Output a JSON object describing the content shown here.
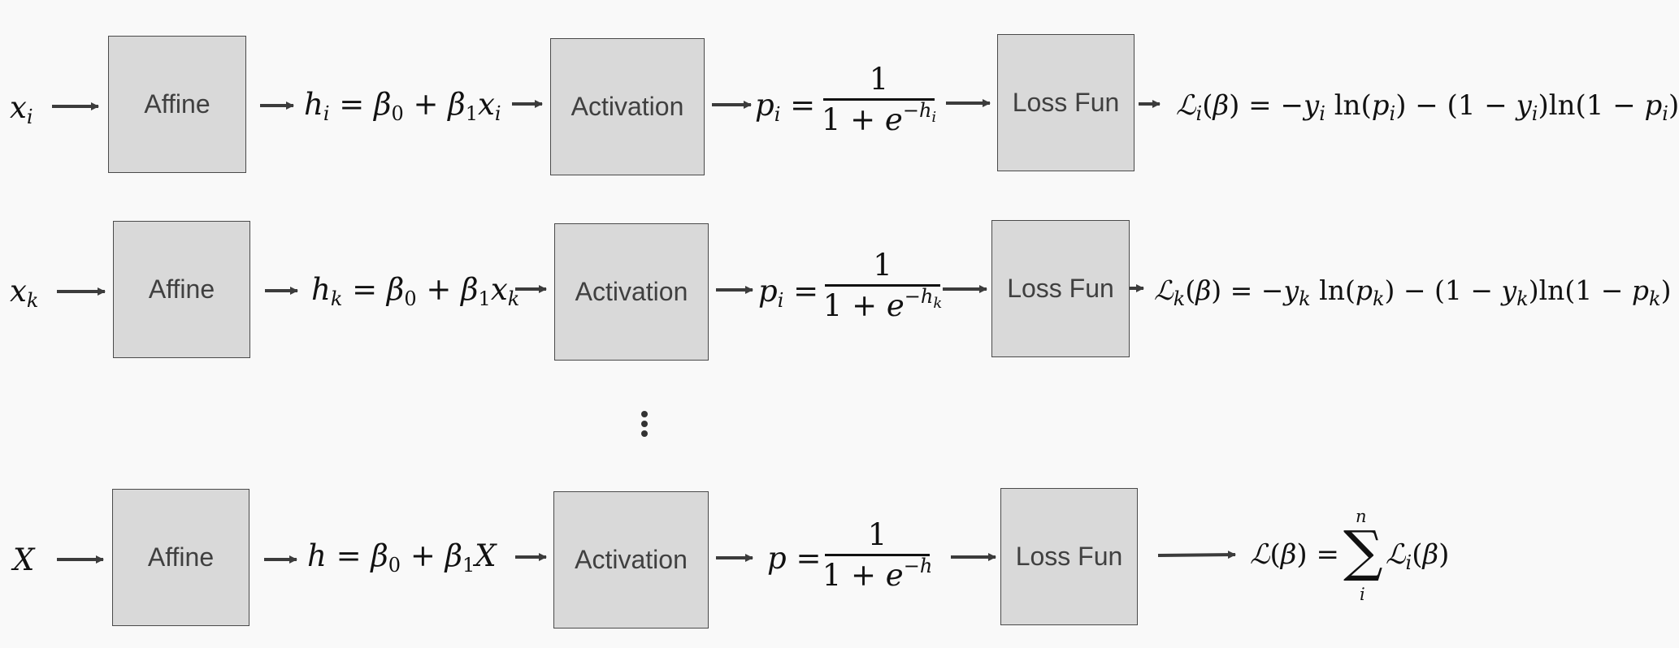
{
  "rows": [
    {
      "input": "x",
      "input_sub": "i",
      "affine_label": "Affine",
      "activation_label": "Activation",
      "loss_label": "Loss Fun",
      "affine_output": "h_i = β_0 + β_1 x_i",
      "activation_output": "p_i = 1 / (1 + e^{−h_i})",
      "loss_output": "ℒ_i(β) = −y_i ln(p_i) − (1 − y_i)ln(1 − p_i)"
    },
    {
      "input": "x",
      "input_sub": "k",
      "affine_label": "Affine",
      "activation_label": "Activation",
      "loss_label": "Loss Fun",
      "affine_output": "h_k = β_0 + β_1 x_k",
      "activation_output": "p_i = 1 / (1 + e^{−h_k})",
      "loss_output": "ℒ_k(β) = −y_k ln(p_k) − (1 − y_k)ln(1 − p_k)"
    },
    {
      "input": "X",
      "affine_label": "Affine",
      "activation_label": "Activation",
      "loss_label": "Loss Fun",
      "affine_output": "h = β_0 + β_1 X",
      "activation_output": "p = 1 / (1 + e^{−h})",
      "loss_output": "ℒ(β) = Σ_{i}^{n} ℒ_i(β)"
    }
  ],
  "ellipsis_icon": "vertical-ellipsis-icon",
  "colors": {
    "box_fill": "#d9d9d9",
    "box_border": "#4a4a4a",
    "box_text": "#404040",
    "arrow": "#3c3c3c",
    "background": "#f9f9f9"
  }
}
